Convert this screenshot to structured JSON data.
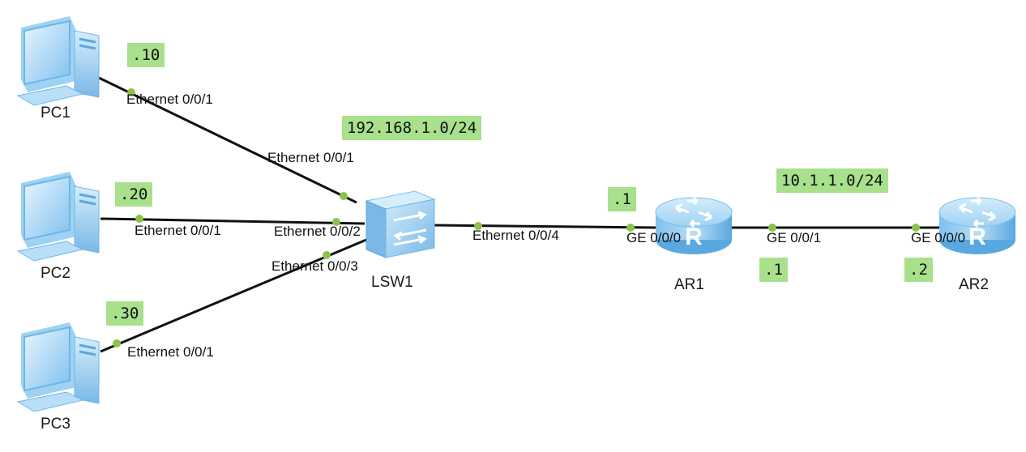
{
  "colors": {
    "link": "#111111",
    "port_dot": "#8bc34a",
    "tag_bg": "#a8e08c",
    "device_body": "#8ec9ef",
    "device_dark": "#4a9fd9"
  },
  "devices": {
    "pc1": {
      "label": "PC1",
      "icon": "pc-icon"
    },
    "pc2": {
      "label": "PC2",
      "icon": "pc-icon"
    },
    "pc3": {
      "label": "PC3",
      "icon": "pc-icon"
    },
    "lsw1": {
      "label": "LSW1",
      "icon": "switch-icon"
    },
    "ar1": {
      "label": "AR1",
      "icon": "router-icon"
    },
    "ar2": {
      "label": "AR2",
      "icon": "router-icon"
    }
  },
  "ports": {
    "pc1_eth": "Ethernet 0/0/1",
    "lsw_eth1": "Ethernet 0/0/1",
    "pc2_eth": "Ethernet 0/0/1",
    "lsw_eth2": "Ethernet 0/0/2",
    "lsw_eth3": "Ethernet 0/0/3",
    "pc3_eth": "Ethernet 0/0/1",
    "lsw_eth4": "Ethernet 0/0/4",
    "ar1_ge0": "GE 0/0/0",
    "ar1_ge1": "GE 0/0/1",
    "ar2_ge0": "GE 0/0/0"
  },
  "addresses": {
    "pc1_host": ".10",
    "pc2_host": ".20",
    "pc3_host": ".30",
    "lan_subnet": "192.168.1.0/24",
    "ar1_lan": ".1",
    "wan_subnet": "10.1.1.0/24",
    "ar1_wan": ".1",
    "ar2_wan": ".2"
  }
}
